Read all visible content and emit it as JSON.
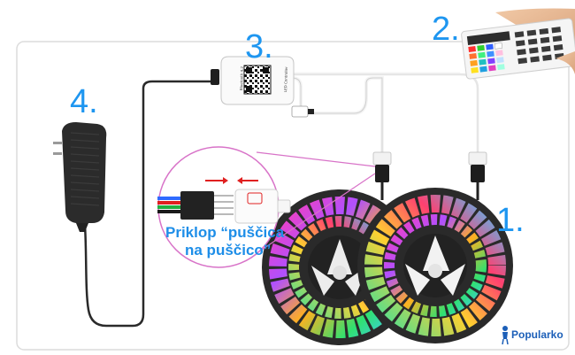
{
  "labels": {
    "strips_number": "1.",
    "remote_number": "2.",
    "controller_number": "3.",
    "adapter_number": "4."
  },
  "caption": {
    "line1": "Priklop “puščica",
    "line2": "na puščico”"
  },
  "controller": {
    "text_left": "Bluetooth 4.2",
    "text_right": "LED Controller"
  },
  "brand": {
    "logo_text": "Popularko"
  },
  "colors": {
    "accent_blue": "#1e96f0",
    "callout_magenta": "#d873c8",
    "arrow_red": "#e02020"
  }
}
